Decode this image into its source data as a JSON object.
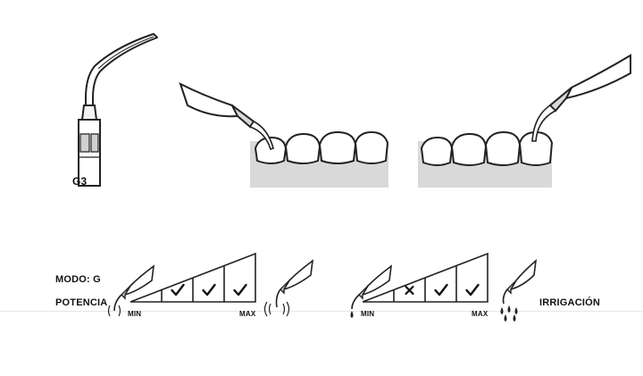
{
  "tip": {
    "code": "G3"
  },
  "legend": {
    "mode_label": "MODO: G",
    "power": {
      "label": "POTENCIA",
      "min_label": "MIN",
      "max_label": "MAX",
      "levels": [
        {
          "state": "empty"
        },
        {
          "state": "check"
        },
        {
          "state": "check"
        },
        {
          "state": "check"
        }
      ]
    },
    "irrigation": {
      "label": "IRRIGACIÓN",
      "min_label": "MIN",
      "max_label": "MAX",
      "levels": [
        {
          "state": "empty"
        },
        {
          "state": "cross"
        },
        {
          "state": "check"
        },
        {
          "state": "check"
        }
      ]
    }
  }
}
